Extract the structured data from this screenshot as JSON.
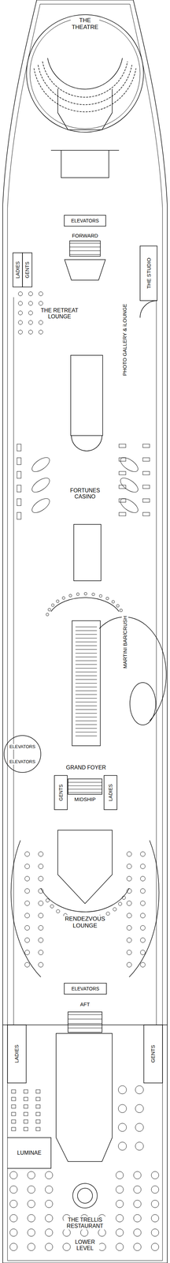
{
  "diagram": {
    "labels": [
      "THE THEATRE",
      "ELEVATORS",
      "FORWARD",
      "LADIES",
      "GENTS",
      "THE STUDIO",
      "THE RETREAT LOUNGE",
      "PHOTO GALLERY & iLOUNGE",
      "FORTUNES CASINO",
      "MARTINI BAR/CRUSH",
      "ELEVATORS",
      "ELEVATORS",
      "GRAND FOYER",
      "MIDSHIP",
      "GENTS",
      "LADIES",
      "RENDEZVOUS LOUNGE",
      "ELEVATORS",
      "AFT",
      "LADIES",
      "GENTS",
      "LUMINAE",
      "THE TRELLIS RESTAURANT",
      "LOWER LEVEL"
    ]
  }
}
